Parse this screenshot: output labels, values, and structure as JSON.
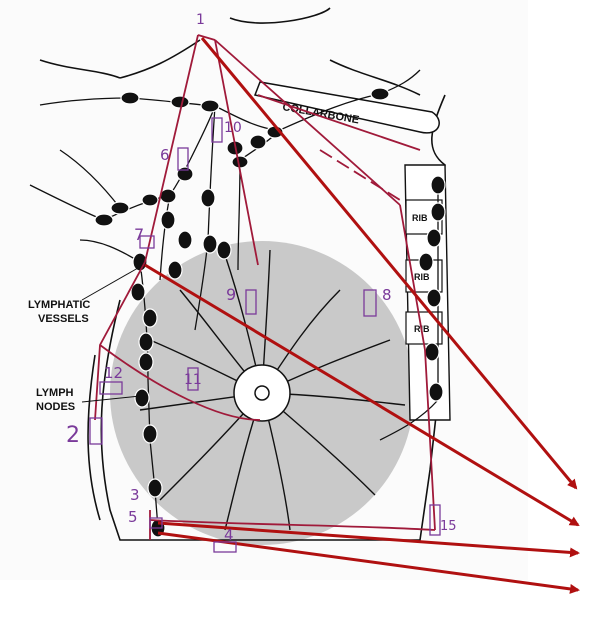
{
  "labels": {
    "collarbone": "COLLARBONE",
    "lymphatic_line1": "LYMPHATIC",
    "lymphatic_line2": "VESSELS",
    "lymph_line1": "LYMPH",
    "lymph_line2": "NODES",
    "rib1": "RIB",
    "rib2": "RIB",
    "rib3": "RIB"
  },
  "annotations": [
    "1",
    "10",
    "6",
    "7",
    "9",
    "8",
    "12",
    "11",
    "2",
    "3",
    "5",
    "4",
    "15"
  ],
  "colors": {
    "ink": "#111111",
    "tissue": "#c8c8c8",
    "annotation_line": "#a01a3a",
    "arrow": "#b01010",
    "handwriting": "#7a3a9a"
  }
}
